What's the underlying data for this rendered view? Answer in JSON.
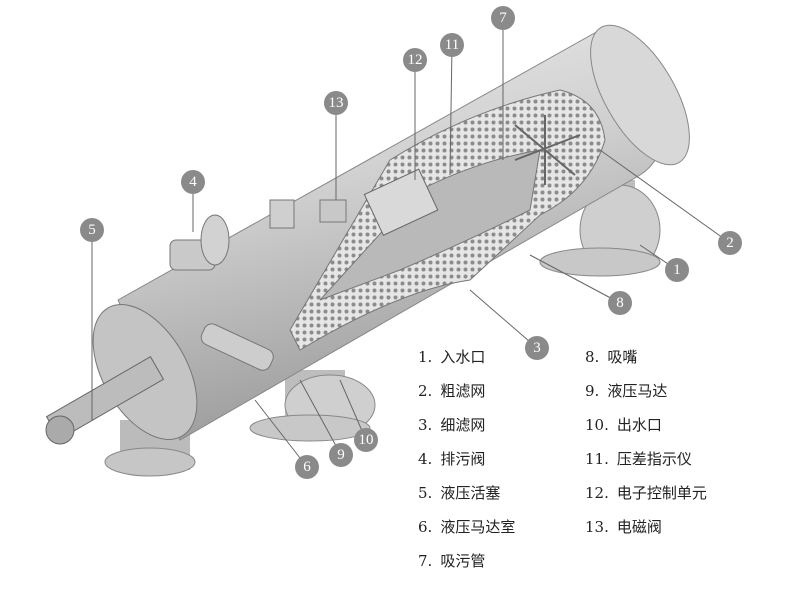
{
  "callouts": [
    "1",
    "2",
    "3",
    "4",
    "5",
    "6",
    "7",
    "8",
    "9",
    "10",
    "11",
    "12",
    "13"
  ],
  "legend": [
    {
      "num": "1.",
      "label": "入水口"
    },
    {
      "num": "2.",
      "label": "粗滤网"
    },
    {
      "num": "3.",
      "label": "细滤网"
    },
    {
      "num": "4.",
      "label": "排污阀"
    },
    {
      "num": "5.",
      "label": "液压活塞"
    },
    {
      "num": "6.",
      "label": "液压马达室"
    },
    {
      "num": "7.",
      "label": "吸污管"
    },
    {
      "num": "8.",
      "label": "吸嘴"
    },
    {
      "num": "9.",
      "label": "液压马达"
    },
    {
      "num": "10.",
      "label": "出水口"
    },
    {
      "num": "11.",
      "label": "压差指示仪"
    },
    {
      "num": "12.",
      "label": "电子控制单元"
    },
    {
      "num": "13.",
      "label": "电磁阀"
    }
  ],
  "colors": {
    "callout": "#8a8a8a",
    "body": "#d6d6d6",
    "shade": "#a9a9a9"
  }
}
